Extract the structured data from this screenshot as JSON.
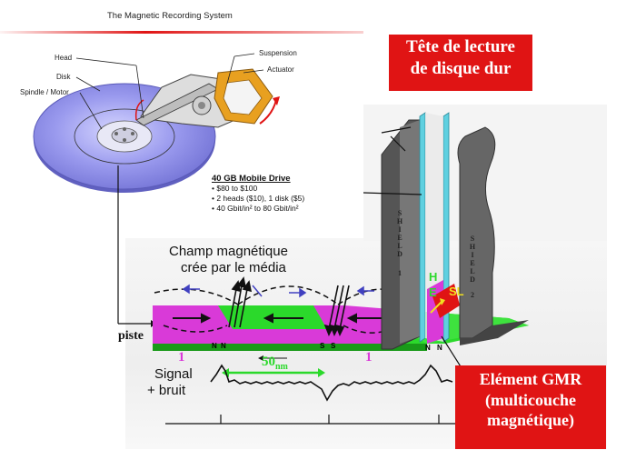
{
  "header": {
    "title": "The Magnetic Recording System"
  },
  "drive_labels": {
    "head": "Head",
    "disk": "Disk",
    "spindle_motor": "Spindle / Motor",
    "suspension": "Suspension",
    "actuator": "Actuator"
  },
  "specs": {
    "title": "40 GB Mobile Drive",
    "items": [
      "$80 to $100",
      "2 heads ($10), 1 disk ($5)",
      "40 Gbit/in² to 80 Gbit/in²"
    ]
  },
  "read_head_title": {
    "line1": "Tête de lecture",
    "line2": "de disque dur"
  },
  "field_label": {
    "line1": "Champ magnétique",
    "line2": "crée par le média"
  },
  "track_label": "piste",
  "shield1": [
    "S",
    "H",
    "I",
    "E",
    "L",
    "D",
    "1"
  ],
  "shield2": [
    "S",
    "H",
    "I",
    "E",
    "L",
    "D",
    "2"
  ],
  "sensor_labels": {
    "h": "H",
    "e": "E",
    "sl": "SL"
  },
  "poles": {
    "n1": "N",
    "n2": "N",
    "s1": "S",
    "s2": "S",
    "n3": "N",
    "n4": "N"
  },
  "bits": {
    "left": "1",
    "right": "1"
  },
  "scale": {
    "value": "50",
    "unit": "nm"
  },
  "signal_label": {
    "line1": "Signal",
    "line2": "+ bruit"
  },
  "gmr_box": {
    "line1": "Elément GMR",
    "line2": "(multicouche",
    "line3": "magnétique)"
  },
  "colors": {
    "accent_red": "#e01414",
    "media_magenta": "#d93ad8",
    "media_green": "#2bd92b",
    "disk_purple": "#8c8ce8",
    "shield_grey": "#555555",
    "sensor_cyan": "#5fd0e0"
  }
}
